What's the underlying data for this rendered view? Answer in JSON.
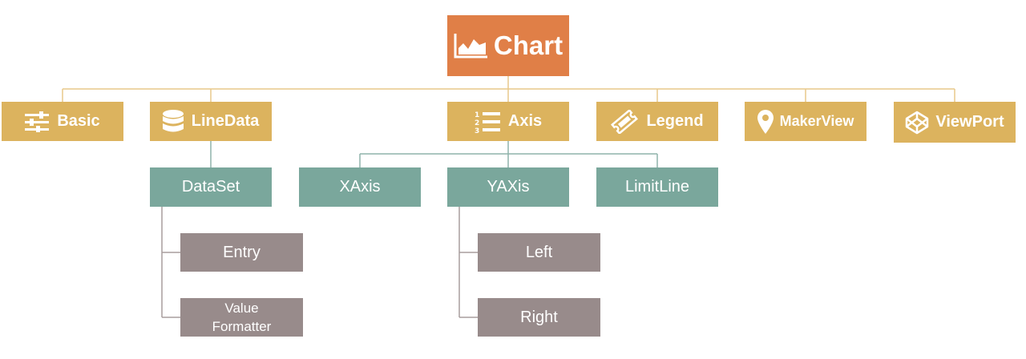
{
  "colors": {
    "root": "#E07F47",
    "category": "#DCB35E",
    "sub": "#7AA79C",
    "leaf": "#988B8B",
    "line_orange": "#E8C98A",
    "line_teal": "#8FB3AA",
    "line_gray": "#A89E9E"
  },
  "root": {
    "label": "Chart",
    "icon": "area-chart-icon"
  },
  "categories": [
    {
      "label": "Basic",
      "icon": "sliders-icon"
    },
    {
      "label": "LineData",
      "icon": "database-icon"
    },
    {
      "label": "Axis",
      "icon": "ordered-list-icon"
    },
    {
      "label": "Legend",
      "icon": "ticket-icon"
    },
    {
      "label": "MakerView",
      "icon": "map-marker-icon"
    },
    {
      "label": "ViewPort",
      "icon": "codepen-icon"
    }
  ],
  "linedata_children": [
    {
      "label": "DataSet"
    }
  ],
  "dataset_children": [
    {
      "label": "Entry"
    },
    {
      "label_line1": "Value",
      "label_line2": "Formatter"
    }
  ],
  "axis_children": [
    {
      "label": "XAxis"
    },
    {
      "label": "YAXis"
    },
    {
      "label": "LimitLine"
    }
  ],
  "yaxis_children": [
    {
      "label": "Left"
    },
    {
      "label": "Right"
    }
  ]
}
